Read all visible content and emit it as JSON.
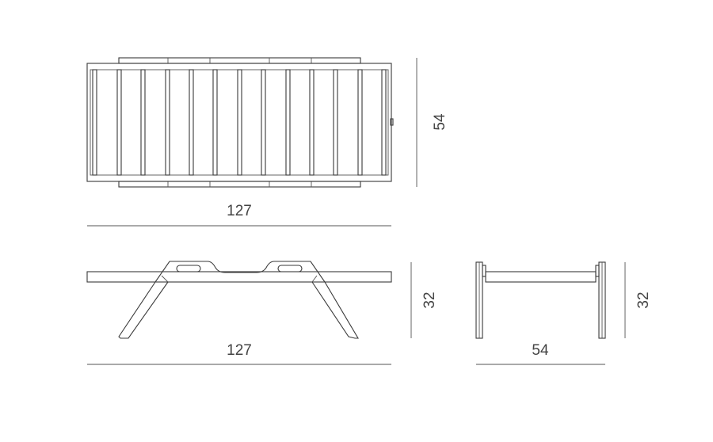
{
  "top_view": {
    "width_label": "127",
    "depth_label": "54"
  },
  "front_view": {
    "width_label": "127",
    "height_label": "32"
  },
  "side_view": {
    "depth_label": "54",
    "height_label": "32"
  }
}
